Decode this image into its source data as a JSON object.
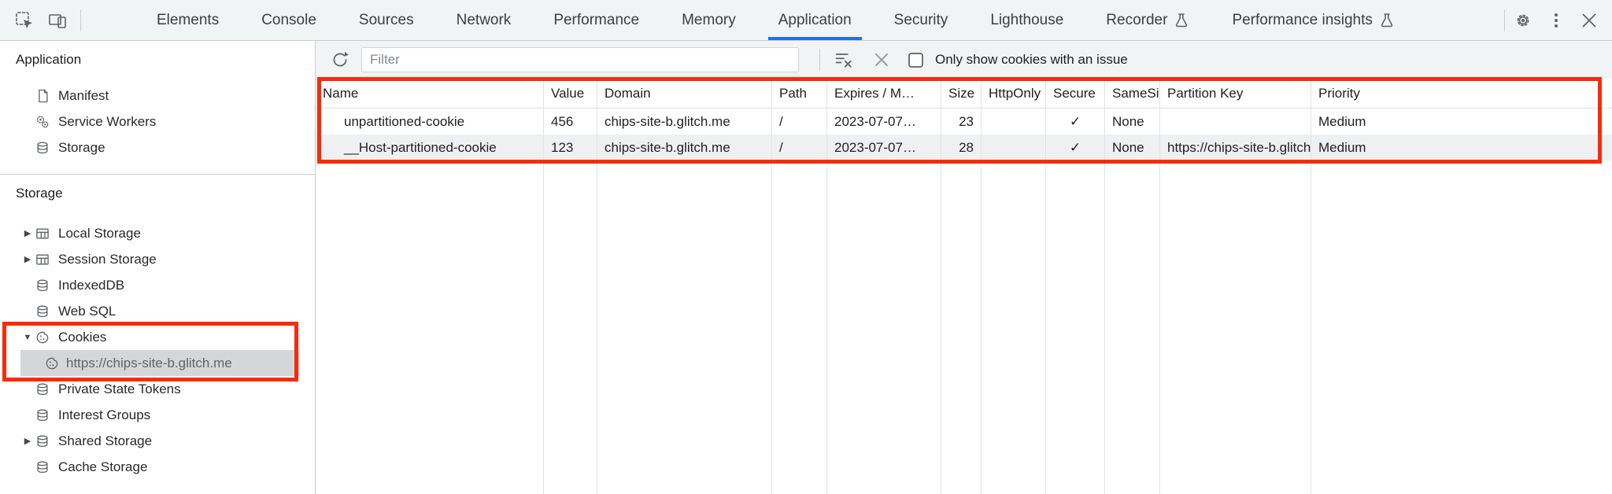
{
  "tabbar": {
    "tabs": [
      {
        "label": "Elements"
      },
      {
        "label": "Console"
      },
      {
        "label": "Sources"
      },
      {
        "label": "Network"
      },
      {
        "label": "Performance"
      },
      {
        "label": "Memory"
      },
      {
        "label": "Application",
        "active": true
      },
      {
        "label": "Security"
      },
      {
        "label": "Lighthouse"
      },
      {
        "label": "Recorder",
        "experimental": true
      },
      {
        "label": "Performance insights",
        "experimental": true
      }
    ],
    "left_icons": [
      "inspect-icon",
      "device-toolbar-icon"
    ],
    "right_icons": [
      "settings-gear-icon",
      "more-menu-icon",
      "close-icon"
    ]
  },
  "sidebar": {
    "sections": [
      {
        "title": "Application",
        "items": [
          {
            "icon": "manifest-icon",
            "label": "Manifest"
          },
          {
            "icon": "service-workers-icon",
            "label": "Service Workers"
          },
          {
            "icon": "database-icon",
            "label": "Storage"
          }
        ]
      },
      {
        "title": "Storage",
        "items": [
          {
            "icon": "table-icon",
            "label": "Local Storage",
            "arrow": "▶"
          },
          {
            "icon": "table-icon",
            "label": "Session Storage",
            "arrow": "▶"
          },
          {
            "icon": "database-icon",
            "label": "IndexedDB"
          },
          {
            "icon": "database-icon",
            "label": "Web SQL"
          },
          {
            "icon": "cookie-icon",
            "label": "Cookies",
            "arrow": "▼"
          },
          {
            "icon": "cookie-icon",
            "label": "https://chips-site-b.glitch.me",
            "selected": true
          },
          {
            "icon": "database-icon",
            "label": "Private State Tokens"
          },
          {
            "icon": "database-icon",
            "label": "Interest Groups"
          },
          {
            "icon": "database-icon",
            "label": "Shared Storage",
            "arrow": "▶"
          },
          {
            "icon": "database-icon",
            "label": "Cache Storage"
          }
        ]
      }
    ]
  },
  "toolbar": {
    "filter_placeholder": "Filter",
    "filter_value": "",
    "checkbox_label": "Only show cookies with an issue",
    "checkbox_checked": false
  },
  "cookie_table": {
    "columns": [
      "Name",
      "Value",
      "Domain",
      "Path",
      "Expires / M…",
      "Size",
      "HttpOnly",
      "Secure",
      "SameSite",
      "Partition Key",
      "Priority"
    ],
    "rows": [
      {
        "cells": [
          "unpartitioned-cookie",
          "456",
          "chips-site-b.glitch.me",
          "/",
          "2023-07-07…",
          "23",
          "",
          "✓",
          "None",
          "",
          "Medium"
        ]
      },
      {
        "cells": [
          "__Host-partitioned-cookie",
          "123",
          "chips-site-b.glitch.me",
          "/",
          "2023-07-07…",
          "28",
          "",
          "✓",
          "None",
          "https://chips-site-b.glitch.me",
          "Medium"
        ]
      }
    ]
  },
  "annotations": {
    "highlight_color": "#f92a0a"
  },
  "colors": {
    "accent": "#1a73e8",
    "toolbar_bg": "#f1f3f4",
    "selection_bg": "#d5d6d8"
  }
}
